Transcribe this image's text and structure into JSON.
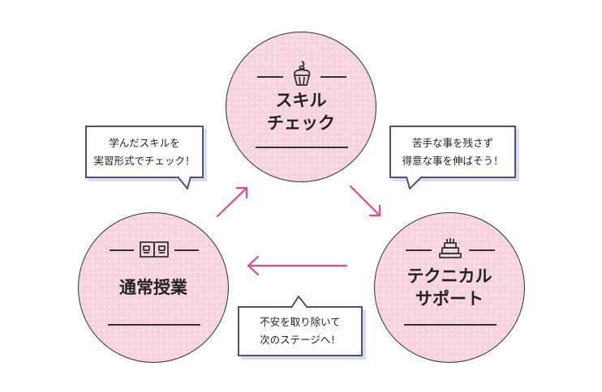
{
  "nodes": {
    "skill_check": {
      "label_line1": "スキル",
      "label_line2": "チェック",
      "icon": "cupcake-icon"
    },
    "regular_class": {
      "label": "通常授業",
      "icon": "open-book-icon"
    },
    "technical_support": {
      "label_line1": "テクニカル",
      "label_line2": "サポート",
      "icon": "cake-icon"
    }
  },
  "bubbles": {
    "left": {
      "line1": "学んだスキルを",
      "line2": "実習形式でチェック！"
    },
    "right": {
      "line1": "苦手な事を残さず",
      "line2": "得意な事を伸ばそう！"
    },
    "bottom": {
      "line1": "不安を取り除いて",
      "line2": "次のステージへ！"
    }
  },
  "colors": {
    "circle_fill": "#f7d3df",
    "circle_dots": "#ffffff",
    "arrow": "#e8468a",
    "bubble_border": "#4d5470",
    "bubble_shadow": "#d9dbee"
  }
}
